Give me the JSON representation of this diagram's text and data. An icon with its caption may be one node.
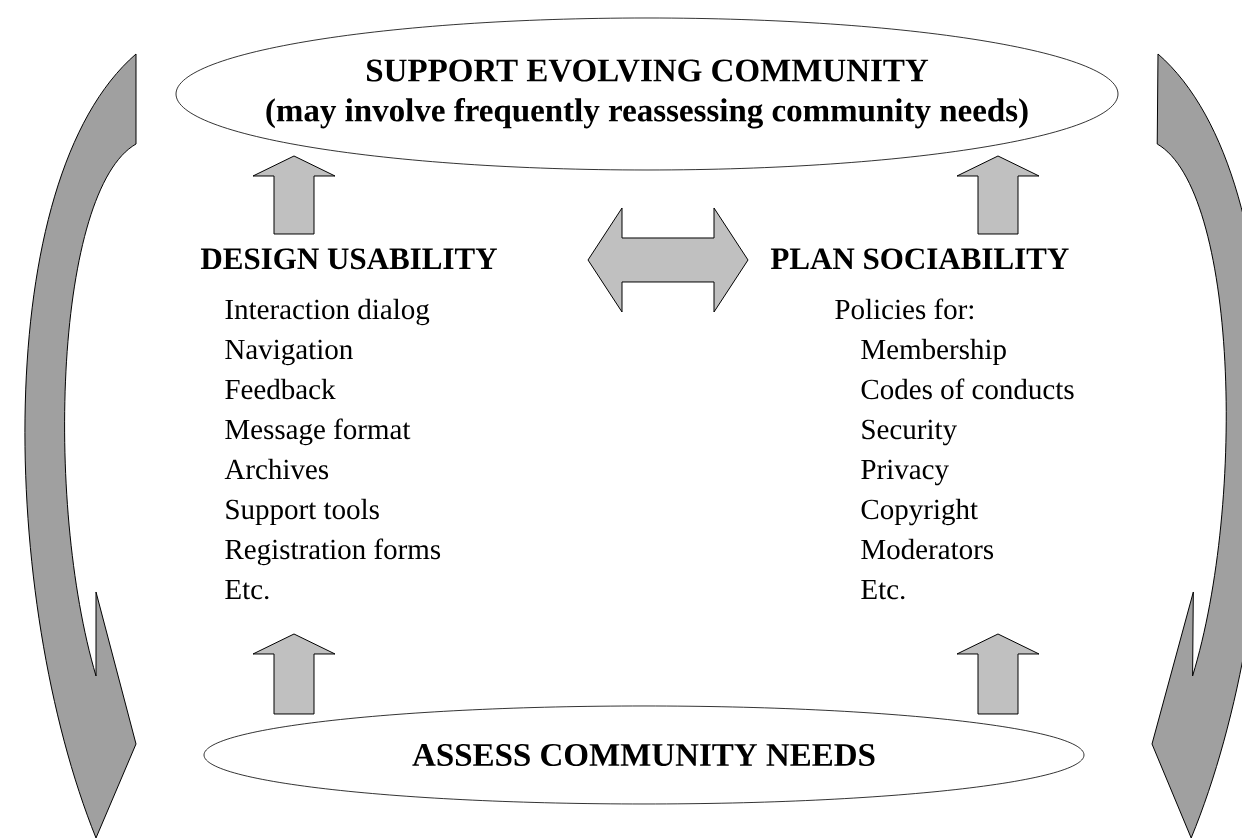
{
  "diagram": {
    "nodes": [
      {
        "text": [
          "SUPPORT EVOLVING COMMUNITY",
          "(may involve frequently reassessing community needs)"
        ]
      },
      {
        "text": [
          "DESIGN USABILITY",
          "Interaction dialog",
          "Navigation",
          "Feedback",
          "Message format",
          "Archives",
          "Support tools",
          "Registration forms",
          "Etc."
        ]
      },
      {
        "text": [
          "PLAN SOCIABILITY",
          "Policies for:",
          "Membership",
          "Codes of conducts",
          "Security",
          "Privacy",
          "Copyright",
          "Moderators",
          "Etc."
        ]
      },
      {
        "text": [
          "ASSESS COMMUNITY NEEDS"
        ]
      }
    ],
    "edges": [
      {
        "from": 3,
        "to": 1,
        "arrow": "to"
      },
      {
        "from": 3,
        "to": 2,
        "arrow": "to"
      },
      {
        "from": 1,
        "to": 0,
        "arrow": "to"
      },
      {
        "from": 2,
        "to": 0,
        "arrow": "to"
      },
      {
        "from": 1,
        "to": 2,
        "arrow": "both"
      },
      {
        "from": 0,
        "to": 3,
        "arrow": "to",
        "color": "#a0a0a0"
      },
      {
        "from": 0,
        "to": 3,
        "arrow": "to",
        "color": "#a0a0a0"
      }
    ]
  }
}
